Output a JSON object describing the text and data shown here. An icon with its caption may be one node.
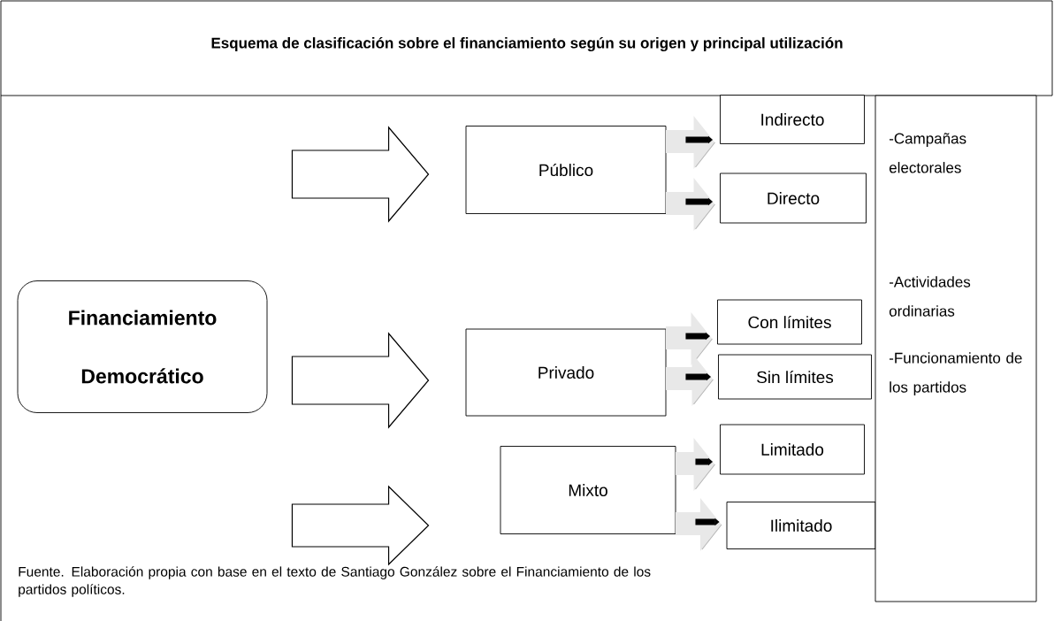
{
  "diagram": {
    "title": "Esquema de clasificación sobre el financiamiento según su origen y principal utilización",
    "caption": "Fuente. Elaboración propia con base en el texto de Santiago González sobre el Financiamiento de los partidos políticos.",
    "nodes": [
      {
        "text": [
          "Financiamiento Democrático"
        ]
      },
      {
        "text": [
          "Público"
        ]
      },
      {
        "text": [
          "Indirecto"
        ]
      },
      {
        "text": [
          "Directo"
        ]
      },
      {
        "text": [
          "Privado"
        ]
      },
      {
        "text": [
          "Con límites"
        ]
      },
      {
        "text": [
          "Sin límites"
        ]
      },
      {
        "text": [
          "Mixto"
        ]
      },
      {
        "text": [
          "Limitado"
        ]
      },
      {
        "text": [
          "Ilimitado"
        ]
      },
      {
        "text": [
          "-Campañas electorales",
          "-Actividades ordinarias",
          "-Funcionamiento de los partidos"
        ]
      }
    ],
    "edges": [
      {
        "from": 0,
        "to": 1,
        "arrow": "to"
      },
      {
        "from": 0,
        "to": 4,
        "arrow": "to"
      },
      {
        "from": 0,
        "to": 7,
        "arrow": "to"
      },
      {
        "from": 1,
        "to": 2,
        "arrow": "to"
      },
      {
        "from": 1,
        "to": 3,
        "arrow": "to"
      },
      {
        "from": 4,
        "to": 5,
        "arrow": "to"
      },
      {
        "from": 4,
        "to": 6,
        "arrow": "to"
      },
      {
        "from": 7,
        "to": 8,
        "arrow": "to"
      },
      {
        "from": 7,
        "to": 9,
        "arrow": "to"
      }
    ]
  }
}
